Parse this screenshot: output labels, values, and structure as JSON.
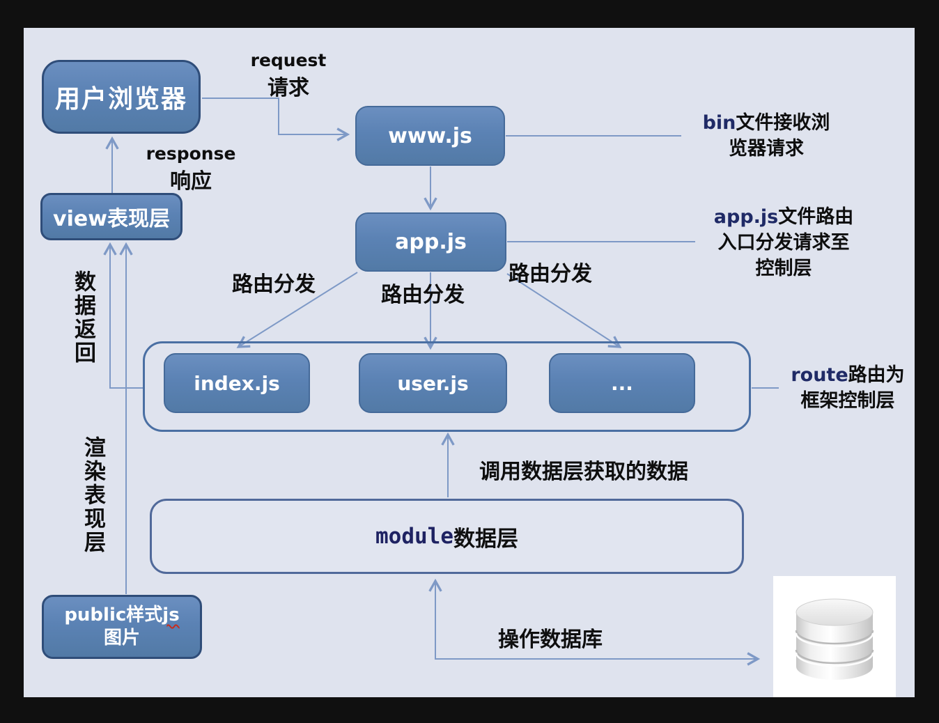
{
  "colors": {
    "background": "#dfe3ee",
    "frame": "#101010",
    "node_fill": "#5b82b4",
    "node_border": "#2f4d79",
    "container_border": "#4a6fa3",
    "connector": "#7e99c6",
    "text_dark": "#0e0e0e",
    "text_light": "#ffffff",
    "accent_navy": "#1f2a66",
    "squiggle_red": "#c72c1e"
  },
  "nodes": {
    "browser": {
      "label": "用户浏览器"
    },
    "view_layer": {
      "label": "view表现层"
    },
    "www": {
      "label": "www.js"
    },
    "app": {
      "label": "app.js"
    },
    "index": {
      "label": "index.js"
    },
    "user": {
      "label": "user.js"
    },
    "others": {
      "label": "..."
    },
    "module_layer": {
      "label_en": "module",
      "label_zh": "数据层"
    },
    "public": {
      "line1_main": "public样式",
      "line1_underlined": "js",
      "line2": "图片"
    }
  },
  "edge_labels": {
    "request_en": "request",
    "request_zh": "请求",
    "response_en": "response",
    "response_zh": "响应",
    "route_dispatch": "路由分发",
    "data_return": "数据返回",
    "render_view": "渲染表现层",
    "call_data": "调用数据层获取的数据",
    "operate_db": "操作数据库"
  },
  "notes": {
    "bin": {
      "prefix": "bin",
      "line1": "文件接收浏",
      "line2": "览器请求"
    },
    "appjs": {
      "prefix": "app.js",
      "line1": "文件路由",
      "line2": "入口分发请求至",
      "line3": "控制层"
    },
    "route": {
      "prefix": "route",
      "line1": "路由为",
      "line2": "框架控制层"
    }
  }
}
